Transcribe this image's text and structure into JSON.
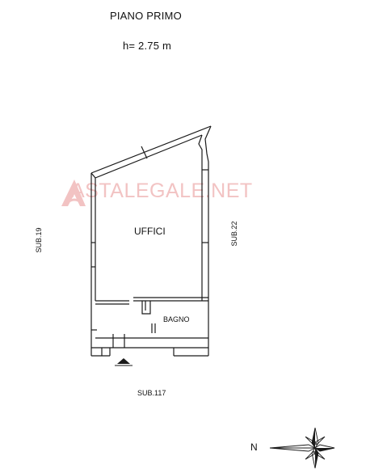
{
  "header": {
    "title": "PIANO PRIMO",
    "height_label": "h= 2.75 m"
  },
  "rooms": {
    "main": "UFFICI",
    "bathroom": "BAGNO"
  },
  "neighbors": {
    "left": "SUB.19",
    "right": "SUB.22",
    "bottom": "SUB.117"
  },
  "watermark": {
    "text": "ASTALEGALE.NET",
    "color": "#f2c3c3"
  },
  "north": {
    "label": "N"
  },
  "colors": {
    "wall": "#1a1a1a",
    "background": "#ffffff"
  }
}
